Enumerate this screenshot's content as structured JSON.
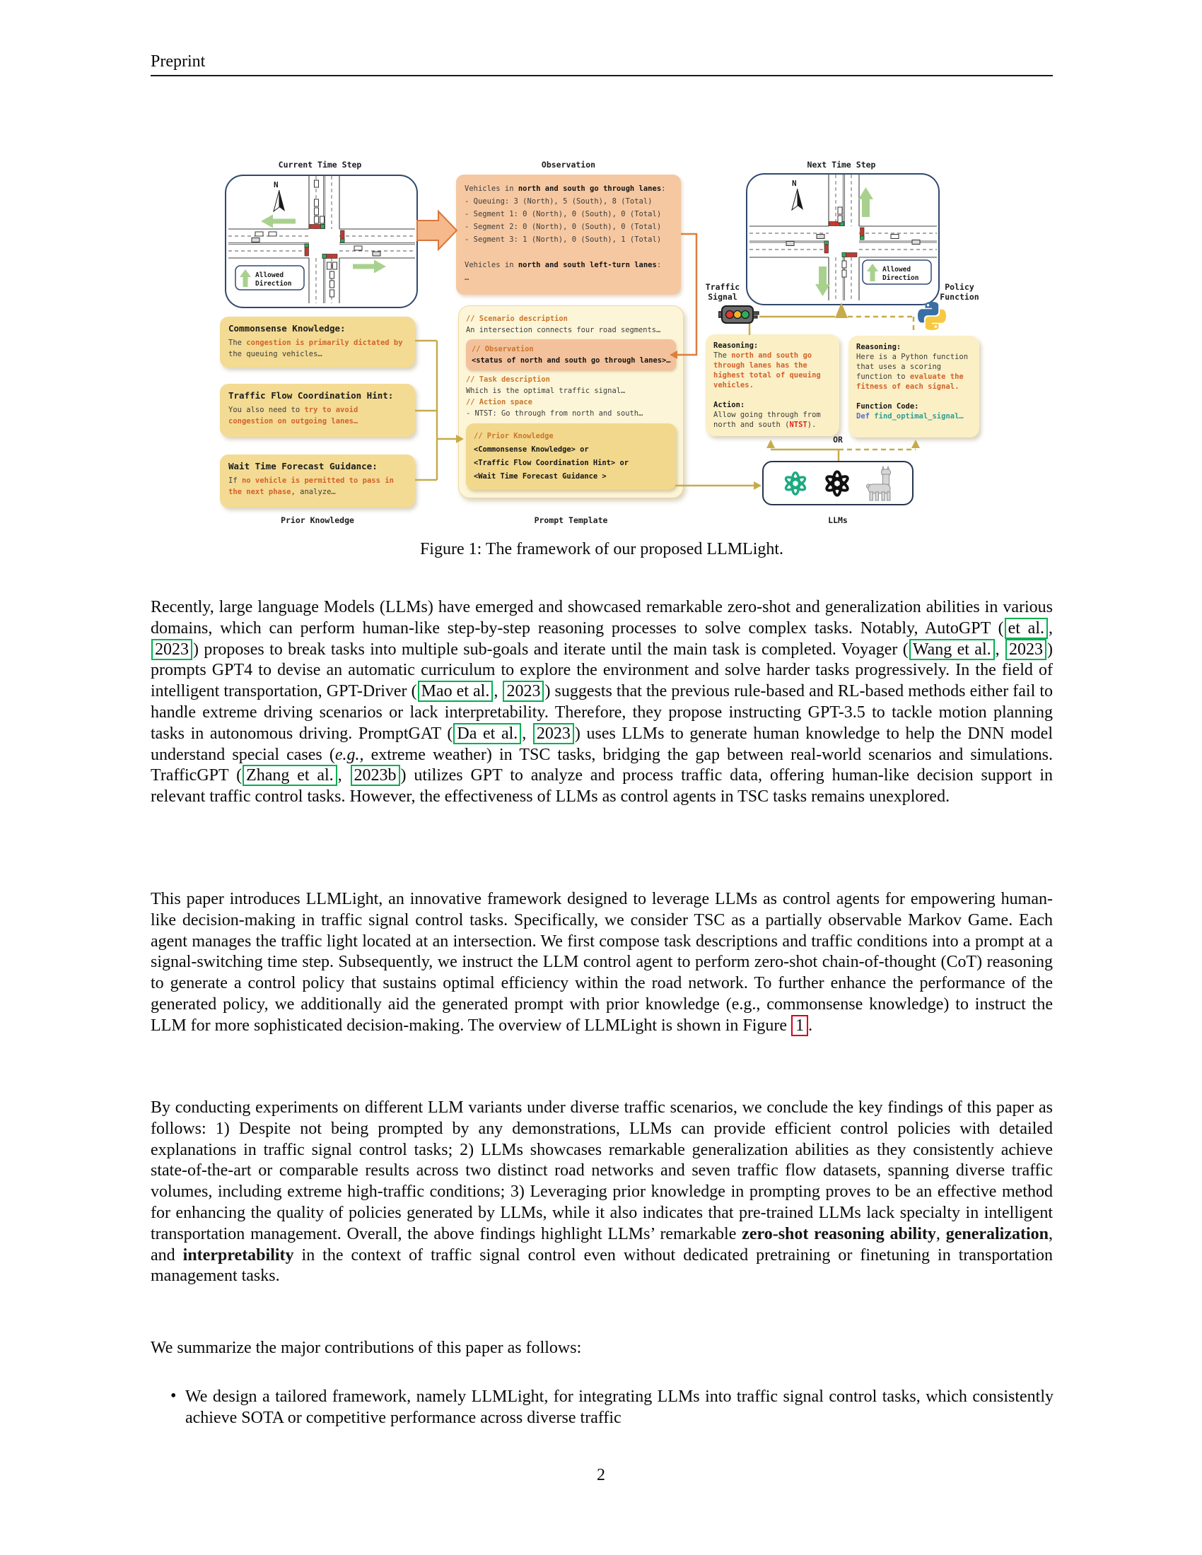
{
  "page": {
    "header": "Preprint",
    "page_number": "2"
  },
  "figure": {
    "caption": "Figure 1: The framework of our proposed LLMLight.",
    "titles": {
      "current": "Current Time Step",
      "observation": "Observation",
      "next": "Next Time Step"
    },
    "labels": {
      "prior_knowledge": "Prior Knowledge",
      "prompt_template": "Prompt Template",
      "llms": "LLMs",
      "or": "OR",
      "traffic_signal_1": "Traffic",
      "traffic_signal_2": "Signal",
      "policy_function_1": "Policy",
      "policy_function_2": "Function",
      "compass": "N",
      "allowed_1": "Allowed",
      "allowed_2": "Direction"
    },
    "observation_box": {
      "lines": [
        [
          "Vehicles in ",
          {
            "t": "north and south go through lanes",
            "c": "b"
          },
          ":"
        ],
        [
          "- Queuing: 3 (North), 5 (South), 8 (Total)"
        ],
        [
          "- Segment 1: 0 (North), 0 (South), 0 (Total)"
        ],
        [
          "- Segment 2: 0 (North), 0 (South), 0 (Total)"
        ],
        [
          "- Segment 3: 1 (North), 0 (South), 1 (Total)"
        ],
        [],
        [
          "Vehicles in ",
          {
            "t": "north and south left-turn lanes",
            "c": "b"
          },
          ":"
        ],
        [
          "…"
        ]
      ]
    },
    "prompt_box": {
      "scenario_comment": [
        {
          "t": "// Scenario description",
          "c": "cm"
        }
      ],
      "scenario_text": [
        "An intersection connects four road segments…"
      ],
      "observation_comment": [
        {
          "t": "// Observation",
          "c": "cm"
        }
      ],
      "observation_text": [
        {
          "t": "<status of north and south go through lanes>…",
          "c": "b"
        }
      ],
      "task_comment": [
        {
          "t": "// Task description",
          "c": "cm"
        }
      ],
      "task_text": [
        "Which is the optimal traffic signal…"
      ],
      "action_comment": [
        {
          "t": "// Action space",
          "c": "cm"
        }
      ],
      "action_text": [
        "- NTST: Go through from north and south…"
      ],
      "prior_lines": [
        [
          {
            "t": "// Prior Knowledge",
            "c": "cm"
          }
        ],
        [
          {
            "t": "<Commonsense Knowledge> or",
            "c": "b"
          }
        ],
        [
          {
            "t": "<Traffic Flow Coordination Hint> or",
            "c": "b"
          }
        ],
        [
          {
            "t": "<Wait Time Forecast Guidance >",
            "c": "b"
          }
        ]
      ]
    },
    "knowledge_boxes": [
      {
        "title": "Commonsense Knowledge:",
        "body": [
          "The ",
          {
            "t": "congestion is primarily dictated by",
            "c": "hl"
          },
          " the queuing vehicles…"
        ]
      },
      {
        "title": "Traffic Flow Coordination Hint:",
        "body": [
          "You also need to ",
          {
            "t": "try to avoid congestion on outgoing lanes…",
            "c": "hl"
          }
        ]
      },
      {
        "title": "Wait Time Forecast Guidance:",
        "body": [
          "If ",
          {
            "t": "no vehicle is permitted to pass in the next phase",
            "c": "hl"
          },
          ", analyze…"
        ]
      }
    ],
    "reasoning_action": {
      "lines": [
        [
          {
            "t": "Reasoning:",
            "c": "b"
          }
        ],
        [
          "The ",
          {
            "t": "north and south go through lanes has the highest total of queuing vehicles.",
            "c": "hl"
          }
        ],
        [],
        [
          {
            "t": "Action:",
            "c": "b"
          }
        ],
        [
          "Allow going through from north and south (",
          {
            "t": "NTST",
            "c": "red"
          },
          ")."
        ]
      ]
    },
    "reasoning_code": {
      "lines": [
        [
          {
            "t": "Reasoning:",
            "c": "b"
          }
        ],
        [
          "Here is a Python function that uses a scoring function to ",
          {
            "t": "evaluate the fitness of each signal.",
            "c": "hl"
          }
        ],
        [],
        [
          {
            "t": "Function Code:",
            "c": "b"
          }
        ],
        [
          {
            "t": "Def ",
            "c": "blue"
          },
          {
            "t": "find_optimal_signal…",
            "c": "teal"
          }
        ]
      ]
    },
    "colors": {
      "panel_border": "#31486e",
      "knowledge_yellow": "#f4db93",
      "observation_peach": "#f6c8a1",
      "prompt_cream": "#fdf5d7",
      "prior_gold": "#f2d88d",
      "reasoning_pale": "#fbefc6",
      "connector_gold": "#c6ab4a",
      "connector_orange": "#dd7e3d",
      "arrow_green": "#a9d18e",
      "citation_green": "#00b050",
      "figref_red": "#d0021b",
      "comment_orange": "#c9762b",
      "highlight_orange": "#d2622a",
      "ntst_red": "#e0251b",
      "code_blue": "#4f6fd0",
      "code_teal": "#2f9e92"
    }
  },
  "body": {
    "paragraphs": [
      [
        "Recently, large language Models (LLMs) have emerged and showcased remarkable zero-shot and generalization abilities in various domains, which can perform human-like step-by-step reasoning processes to solve complex tasks.  Notably, AutoGPT (",
        {
          "t": "et al.",
          "c": "cite"
        },
        ", ",
        {
          "t": "2023",
          "c": "cite"
        },
        ") proposes to break tasks into multiple sub-goals and iterate until the main task is completed. Voyager (",
        {
          "t": "Wang et al.",
          "c": "cite"
        },
        ", ",
        {
          "t": "2023",
          "c": "cite"
        },
        ") prompts GPT4 to devise an automatic curriculum to explore the environment and solve harder tasks progressively.  In the field of intelligent transportation, GPT-Driver (",
        {
          "t": "Mao et al.",
          "c": "cite"
        },
        ", ",
        {
          "t": "2023",
          "c": "cite"
        },
        ") suggests that the previous rule-based and RL-based methods either fail to handle extreme driving scenarios or lack interpretability.  Therefore, they propose instructing GPT-3.5 to tackle motion planning tasks in autonomous driving. PromptGAT (",
        {
          "t": "Da et al.",
          "c": "cite"
        },
        ", ",
        {
          "t": "2023",
          "c": "cite"
        },
        ") uses LLMs to generate human knowledge to help the DNN model understand special cases (",
        {
          "t": "e.g.,",
          "c": "i"
        },
        " extreme weather) in TSC tasks, bridging the gap between real-world scenarios and simulations. TrafficGPT (",
        {
          "t": "Zhang et al.",
          "c": "cite"
        },
        ", ",
        {
          "t": "2023b",
          "c": "cite"
        },
        ") utilizes GPT to analyze and process traffic data, offering human-like decision support in relevant traffic control tasks. However, the effectiveness of LLMs as control agents in TSC tasks remains unexplored."
      ],
      [
        "This paper introduces LLMLight, an innovative framework designed to leverage LLMs as control agents for empowering human-like decision-making in traffic signal control tasks.  Specifically, we consider TSC as a partially observable Markov Game. Each agent manages the traffic light located at an intersection.  We first compose task descriptions and traffic conditions into a prompt at a signal-switching time step. Subsequently, we instruct the LLM control agent to perform zero-shot chain-of-thought (CoT) reasoning to generate a control policy that sustains optimal efficiency within the road network. To further enhance the performance of the generated policy, we additionally aid the generated prompt with prior knowledge (e.g., commonsense knowledge) to instruct the LLM for more sophisticated decision-making. The overview of LLMLight is shown in Figure ",
        {
          "t": "1",
          "c": "figref"
        },
        "."
      ],
      [
        "By conducting experiments on different LLM variants under diverse traffic scenarios, we conclude the key findings of this paper as follows:  1) Despite not being prompted by any demonstrations, LLMs can provide efficient control policies with detailed explanations in traffic signal control tasks; 2) LLMs showcases remarkable generalization abilities as they consistently achieve state-of-the-art or comparable results across two distinct road networks and seven traffic flow datasets, spanning diverse traffic volumes, including extreme high-traffic conditions; 3) Leveraging prior knowledge in prompting proves to be an effective method for enhancing the quality of policies generated by LLMs, while it also indicates that pre-trained LLMs lack specialty in intelligent transportation management.  Overall, the above findings highlight LLMs’ remarkable ",
        {
          "t": "zero-shot reasoning ability",
          "c": "b"
        },
        ", ",
        {
          "t": "generalization",
          "c": "b"
        },
        ", and ",
        {
          "t": "interpretability",
          "c": "b"
        },
        " in the context of traffic signal control even without dedicated pretraining or finetuning in transportation management tasks."
      ],
      [
        "We summarize the major contributions of this paper as follows:"
      ]
    ],
    "bullet_glyph": "•",
    "bullet": [
      "We design a tailored framework, namely LLMLight, for integrating LLMs into traffic signal control tasks, which consistently achieve SOTA or competitive performance across diverse traffic"
    ]
  }
}
